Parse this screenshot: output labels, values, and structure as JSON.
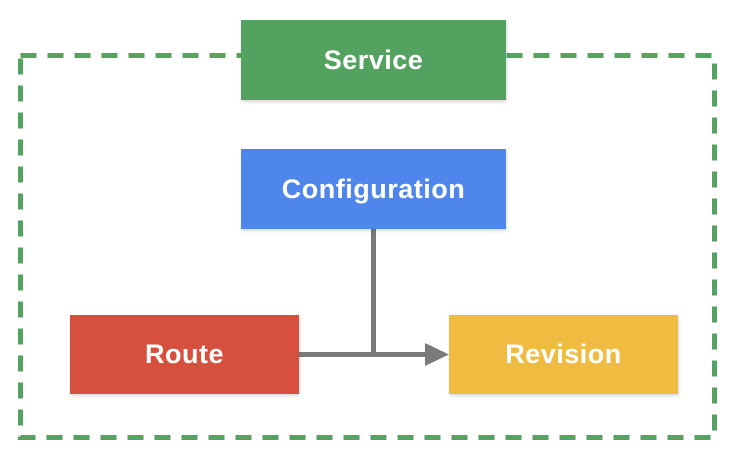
{
  "diagram": {
    "type": "flowchart",
    "nodes": [
      {
        "id": "service",
        "label": "Service",
        "color": "#54A25F"
      },
      {
        "id": "configuration",
        "label": "Configuration",
        "color": "#4E86EC"
      },
      {
        "id": "route",
        "label": "Route",
        "color": "#D7503E"
      },
      {
        "id": "revision",
        "label": "Revision",
        "color": "#EFBB41"
      }
    ],
    "edges": [
      {
        "from": "configuration",
        "to": "revision",
        "style": "plain-elbow"
      },
      {
        "from": "route",
        "to": "revision",
        "style": "arrow"
      }
    ],
    "colors": {
      "dashed_border": "#55A360",
      "connector": "#7A7A7A",
      "label_text": "#FFFFFF",
      "background": "#FFFFFF"
    }
  }
}
